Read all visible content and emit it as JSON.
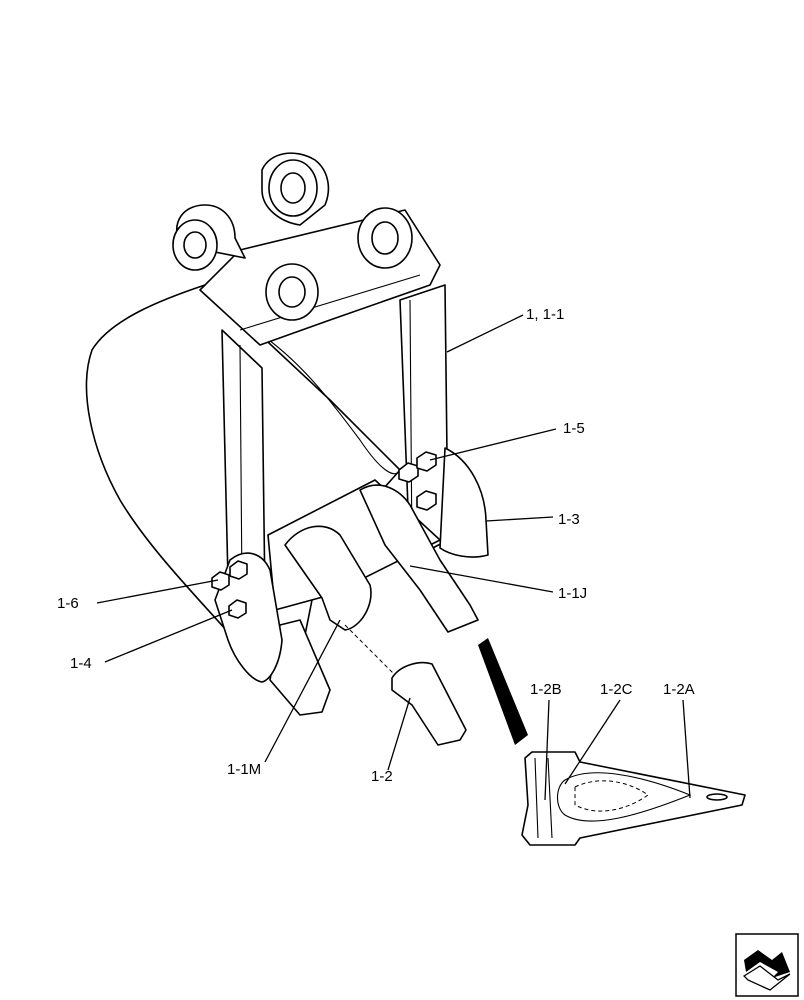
{
  "diagram": {
    "callouts": {
      "c1": "1, 1-1",
      "c2": "1-5",
      "c3": "1-3",
      "c4": "1-1J",
      "c5": "1-6",
      "c6": "1-4",
      "c7": "1-1M",
      "c8": "1-2",
      "c9": "1-2B",
      "c10": "1-2C",
      "c11": "1-2A"
    },
    "nav_icon": "next-page-arrow-icon"
  }
}
